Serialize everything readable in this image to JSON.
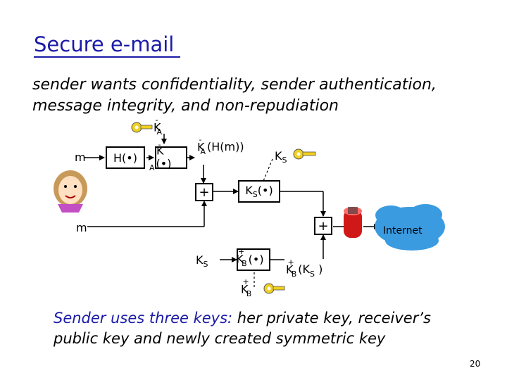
{
  "title": "Secure e-mail",
  "subtitle_line1": "sender wants confidentiality, sender authentication,",
  "subtitle_line2": "message integrity, and non-repudiation",
  "diagram": {
    "m_top": "m",
    "m_bottom": "m",
    "hash_box": "H(•)",
    "sign_box_K": "K",
    "sign_box_sub": "A",
    "sign_box_sup": "-",
    "sign_box_rest": "(•)",
    "key_priv_K": "K",
    "key_priv_sub": "A",
    "key_priv_sup": "-",
    "signed_K": "K",
    "signed_sub": "A",
    "signed_sup": "-",
    "signed_rest": "(H(m))",
    "ks_key_K": "K",
    "ks_key_sub": "S",
    "ks_box_K": "K",
    "ks_box_sub": "S",
    "ks_box_rest": "(•)",
    "plus_symbol": "+",
    "ks_left_K": "K",
    "ks_left_sub": "S",
    "kb_box_K": "K",
    "kb_box_sub": "B",
    "kb_box_sup": "+",
    "kb_box_rest": "(•)",
    "kb_key_K": "K",
    "kb_key_sub": "B",
    "kb_key_sup": "+",
    "kb_out_K": "K",
    "kb_out_sub": "B",
    "kb_out_sup": "+",
    "kb_out_rest_open": "(K",
    "kb_out_rest_sub": "S",
    "kb_out_rest_close": " )",
    "internet": "Internet"
  },
  "summary_highlight": "Sender uses three keys:",
  "summary_rest_1": " her private key, receiver’s",
  "summary_line2": "public key and newly created symmetric key",
  "page_number": "20",
  "colors": {
    "title": "#1a1aa8",
    "internet_cloud": "#3a9be0",
    "key": "#f0d020",
    "router": "#d01818"
  }
}
